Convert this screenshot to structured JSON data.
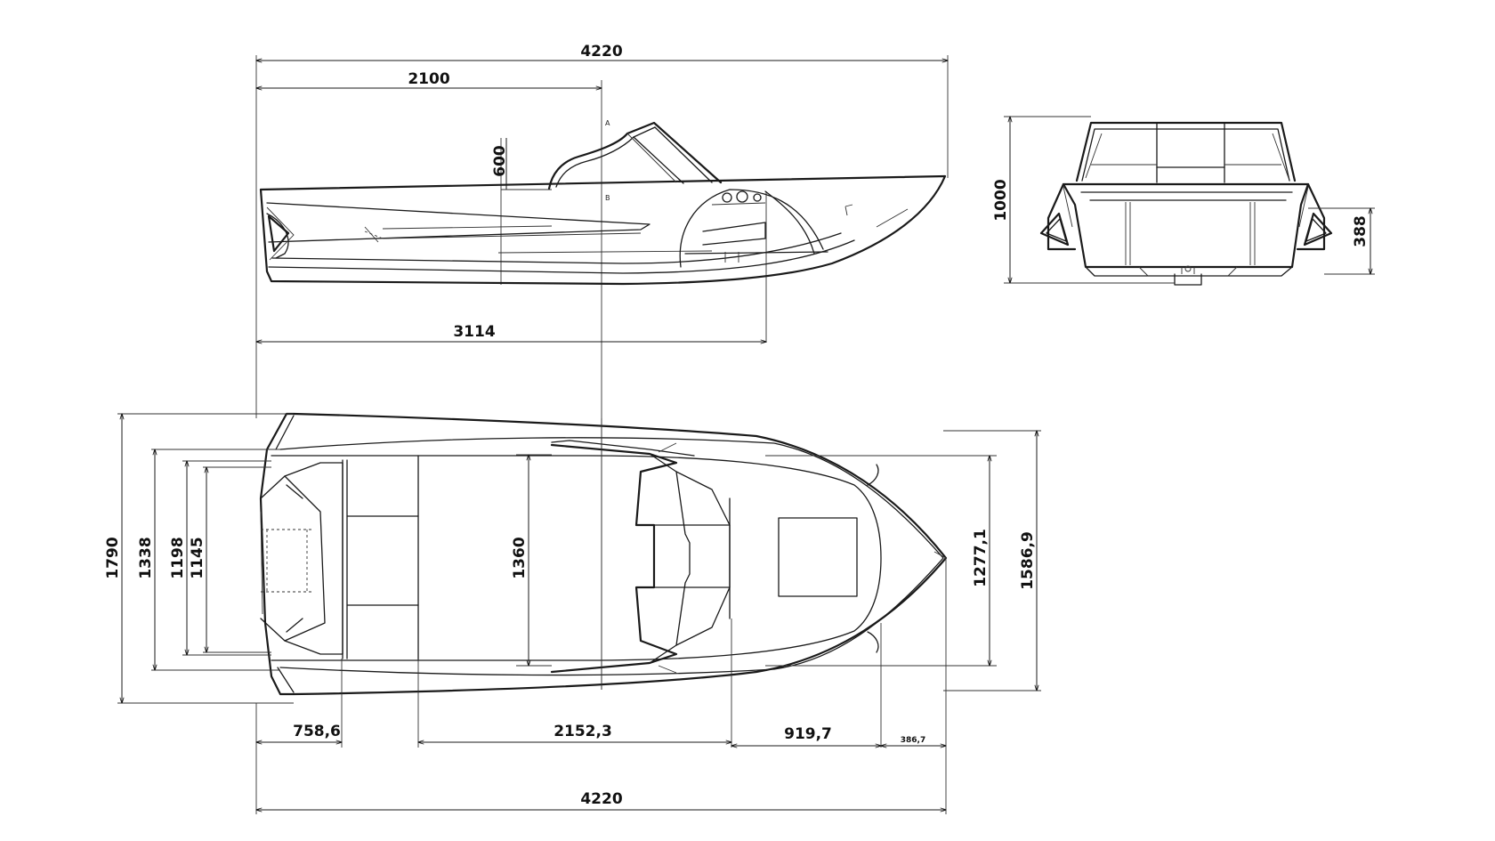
{
  "side_view": {
    "overall_length": "4220",
    "to_section_line": "2100",
    "to_cabin_cut": "3114",
    "windscreen_height": "600",
    "section_mark_a": "A",
    "section_mark_b": "B"
  },
  "rear_view": {
    "overall_height": "1000",
    "transom_height": "388"
  },
  "top_view": {
    "overall_width": "1790",
    "width_1338": "1338",
    "width_1198": "1198",
    "width_1145": "1145",
    "cockpit_width": "1360",
    "bow_width_1277": "1277,1",
    "bow_width_1586": "1586,9",
    "seg_stern": "758,6",
    "seg_cockpit": "2152,3",
    "seg_foredeck": "919,7",
    "seg_bow_tip": "386,7",
    "overall_length": "4220"
  }
}
